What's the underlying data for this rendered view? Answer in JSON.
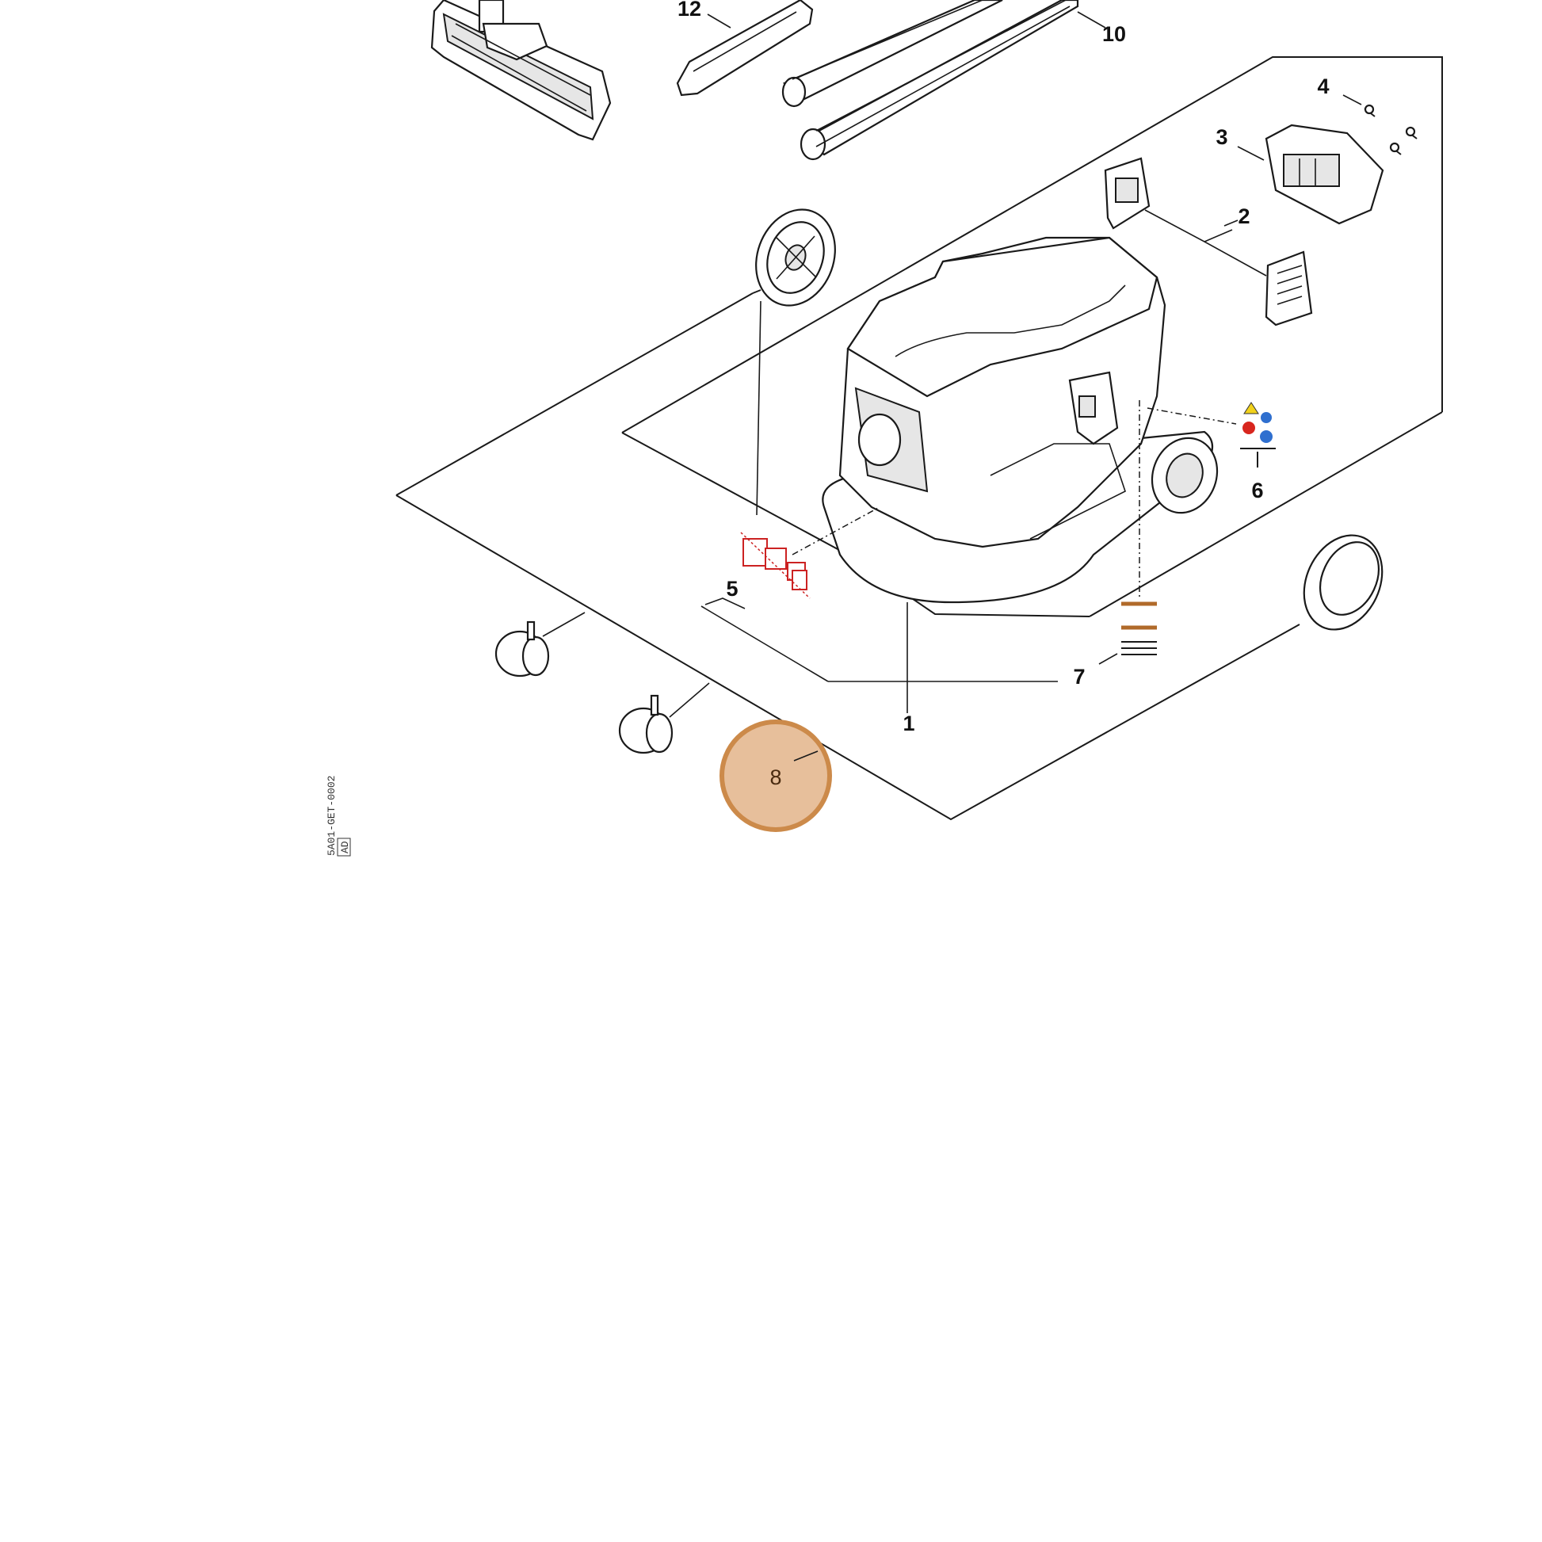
{
  "diagram": {
    "part_numbers": {
      "p1": "1",
      "p2": "2",
      "p3": "3",
      "p4": "4",
      "p5": "5",
      "p6": "6",
      "p7": "7",
      "p8": "8",
      "p10": "10",
      "p12": "12"
    },
    "highlighted_part": "8",
    "highlight_color": "#e7bf9b",
    "highlight_ring_color": "#cc8a4a",
    "drawing_code": "5A01-GET-0002",
    "drawing_code_box": "AD"
  }
}
